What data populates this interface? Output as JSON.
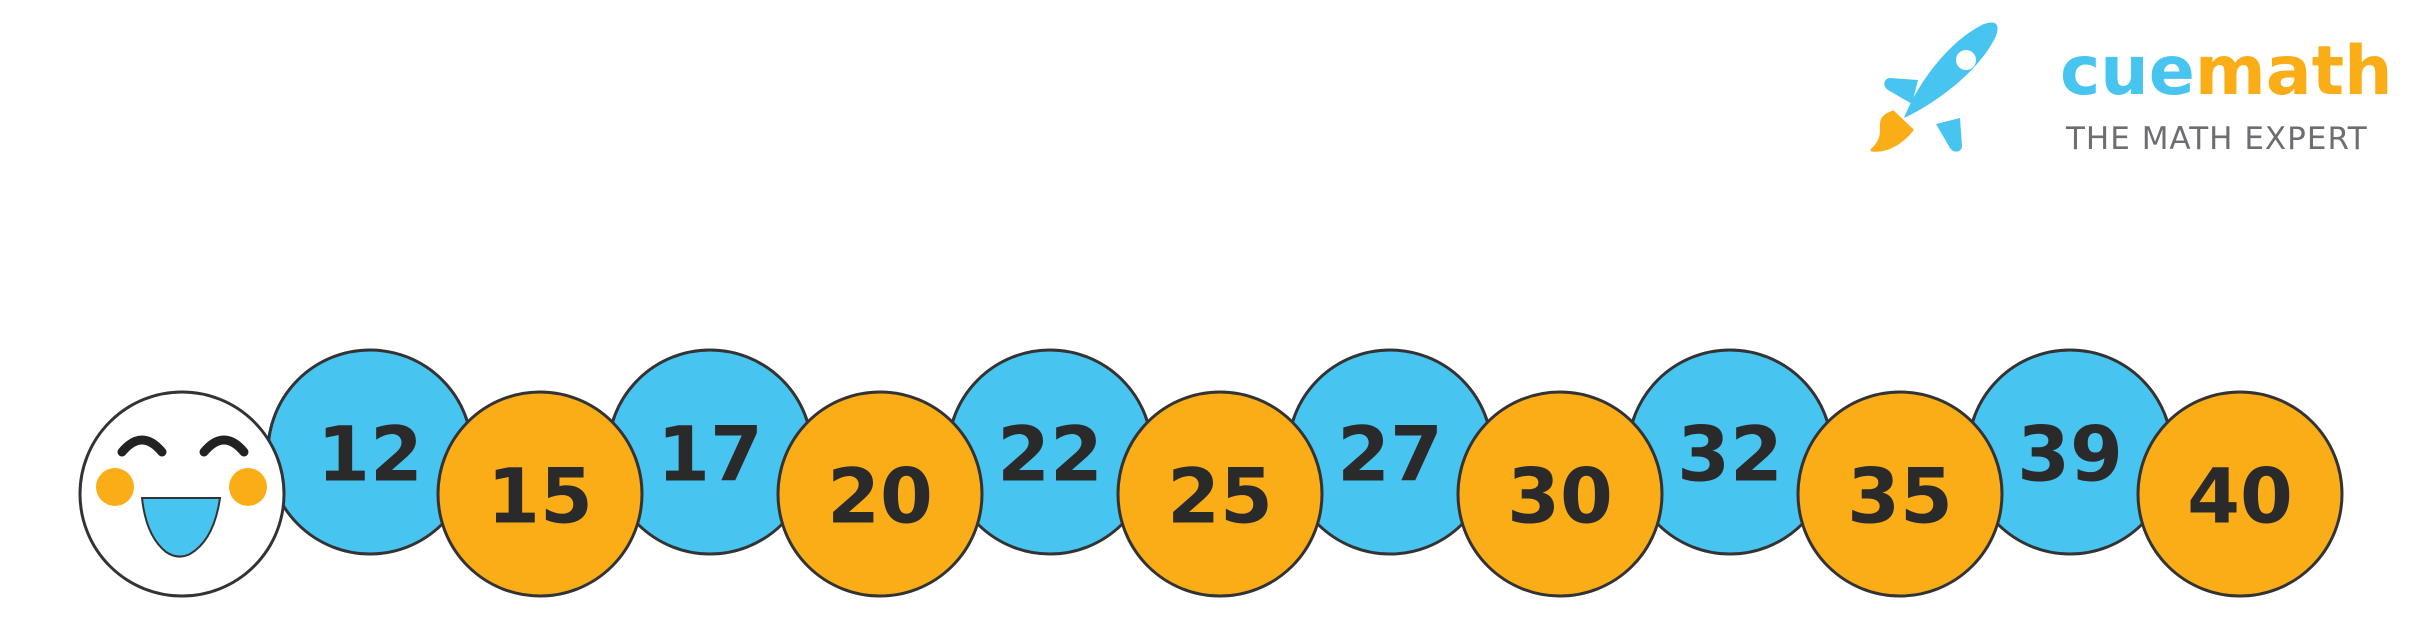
{
  "logo": {
    "brand_cue": "cue",
    "brand_math": "math",
    "tagline": "THE MATH EXPERT",
    "icon": "rocket-icon"
  },
  "caterpillar": {
    "head_icon": "smiley-face-icon",
    "segments": [
      {
        "label": "12",
        "color": "blue"
      },
      {
        "label": "15",
        "color": "orange"
      },
      {
        "label": "17",
        "color": "blue"
      },
      {
        "label": "20",
        "color": "orange"
      },
      {
        "label": "22",
        "color": "blue"
      },
      {
        "label": "25",
        "color": "orange"
      },
      {
        "label": "27",
        "color": "blue"
      },
      {
        "label": "30",
        "color": "orange"
      },
      {
        "label": "32",
        "color": "blue"
      },
      {
        "label": "35",
        "color": "orange"
      },
      {
        "label": "39",
        "color": "blue"
      },
      {
        "label": "40",
        "color": "orange"
      }
    ]
  },
  "colors": {
    "blue": "#47c4f0",
    "orange": "#fbad18",
    "outline": "#333333",
    "brand_blue": "#47c4f0",
    "brand_orange": "#fbad18",
    "tagline_gray": "#6d6e71"
  }
}
